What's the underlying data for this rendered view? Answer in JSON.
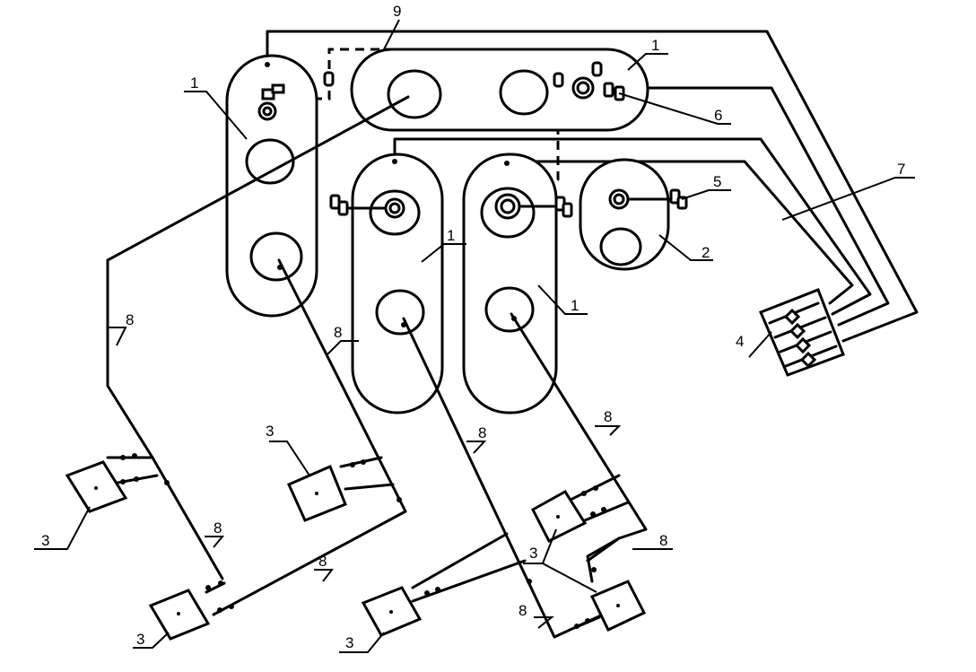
{
  "labels": {
    "vessel": "1",
    "tank_small": "2",
    "unit": "3",
    "manifold": "4",
    "valve": "5",
    "fitting": "6",
    "signal_line": "7",
    "pipe": "8",
    "dashed_line": "9"
  },
  "colors": {
    "ink": "#000000",
    "background": "#ffffff"
  }
}
